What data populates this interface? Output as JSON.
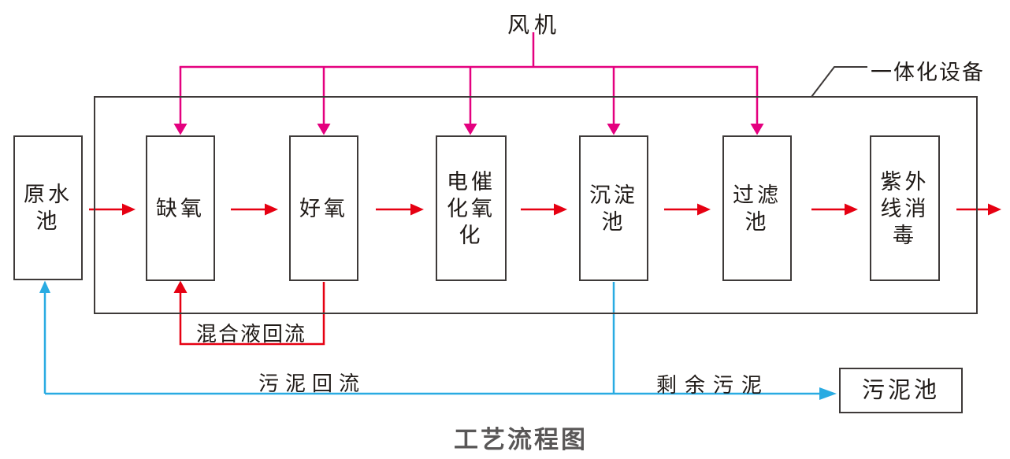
{
  "diagram": {
    "title": "工艺流程图",
    "blower_label": "风机",
    "integrated_equipment_label": "一体化设备",
    "raw_water_tank_label": "原水池",
    "process_units": [
      {
        "label": "缺氧"
      },
      {
        "label": "好氧"
      },
      {
        "label": "电催化氧化"
      },
      {
        "label": "沉淀池"
      },
      {
        "label": "过滤池"
      },
      {
        "label": "紫外线消毒"
      }
    ],
    "sludge_tank_label": "污泥池",
    "flow_labels": {
      "mixed_liquor_return": "混合液回流",
      "sludge_return": "污泥回流",
      "excess_sludge": "剩余污泥"
    },
    "colors": {
      "aeration_line": "#e4007f",
      "process_flow_line": "#e60012",
      "sludge_line": "#29abe2",
      "box_border": "#3e3a39",
      "text": "#1f1a17",
      "title_text": "#595757"
    }
  }
}
